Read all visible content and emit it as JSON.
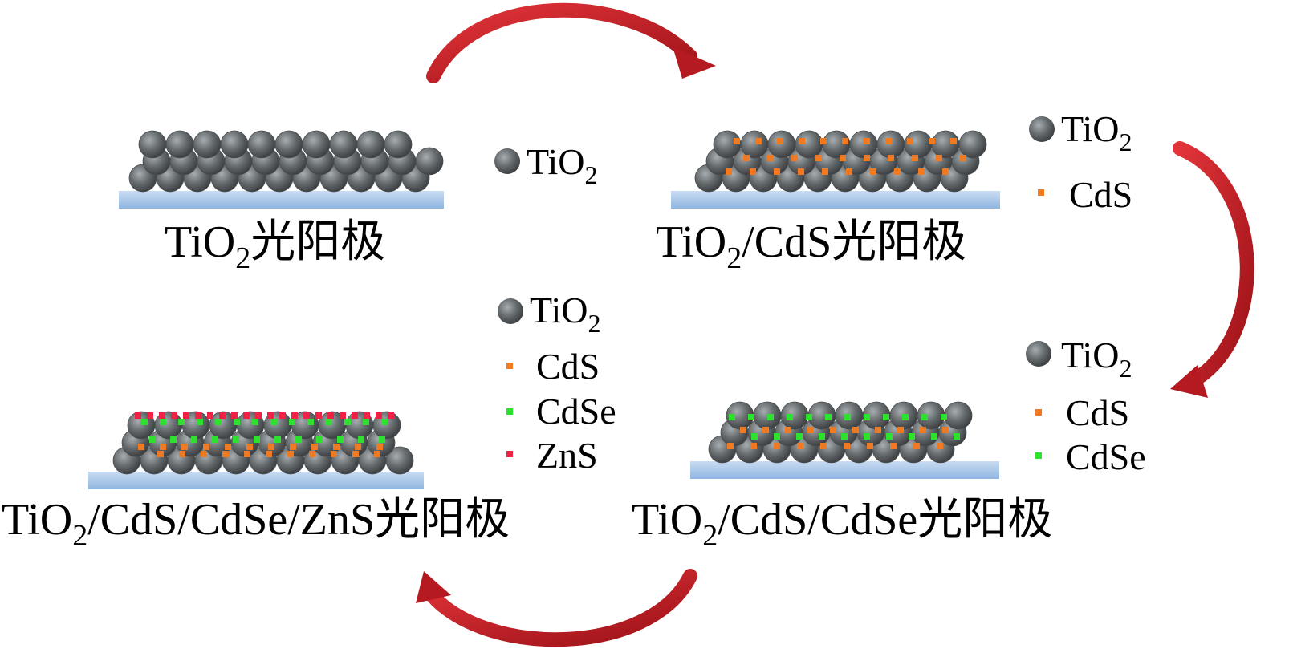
{
  "colors": {
    "substrate": "#a9c8ea",
    "substrate_edge": "#7da6d6",
    "tio2": "#5f6467",
    "tio2_highlight": "#9aa1a4",
    "cds": "#f07a22",
    "cdse": "#2ee12e",
    "zns": "#ee2244",
    "arrow": "#c81e24"
  },
  "panels": {
    "tio2": {
      "subscript": "2",
      "title_pre": "TiO",
      "title_post": "光阳极"
    },
    "cds": {
      "title_pre": "TiO",
      "subscript": "2",
      "title_post": "/CdS光阳极"
    },
    "cdse": {
      "title_pre": "TiO",
      "subscript": "2",
      "title_post": "/CdS/CdSe光阳极"
    },
    "zns": {
      "title_pre": "TiO",
      "subscript": "2",
      "title_post": "/CdS/CdSe/ZnS光阳极"
    }
  },
  "legends": {
    "tio2_only": {
      "tio2": "TiO",
      "tio2_sub": "2"
    },
    "cds": {
      "tio2": "TiO",
      "tio2_sub": "2",
      "cds": "CdS"
    },
    "cdse": {
      "tio2": "TiO",
      "tio2_sub": "2",
      "cds": "CdS",
      "cdse": "CdSe"
    },
    "zns": {
      "tio2": "TiO",
      "tio2_sub": "2",
      "cds": "CdS",
      "cdse": "CdSe",
      "zns": "ZnS"
    }
  },
  "icons": [
    "curved-arrow-icon",
    "tio2-particle-icon",
    "cds-dot-icon",
    "cdse-dot-icon",
    "zns-dot-icon"
  ]
}
